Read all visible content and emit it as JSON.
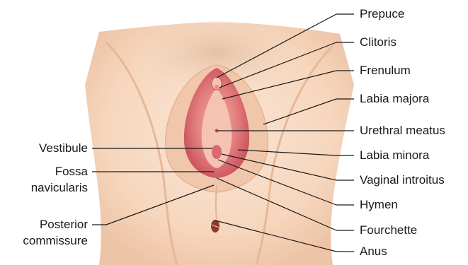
{
  "labels_right": [
    "Prepuce",
    "Clitoris",
    "Frenulum",
    "Labia majora",
    "Urethral meatus",
    "Labia minora",
    "Vaginal introitus",
    "Hymen",
    "Fourchette",
    "Anus"
  ],
  "labels_left": {
    "vestibule": "Vestibule",
    "fossa_line1": "Fossa",
    "fossa_line2": "navicularis",
    "posterior_line1": "Posterior",
    "posterior_line2": "commissure"
  },
  "colors": {
    "skin": "#f6d9c2",
    "skin_shadow": "#e9bd9f",
    "hair": "#d9b79a",
    "labia_outer": "#d9606a",
    "labia_inner": "#e88c8a",
    "vestibule": "#f4b3a4",
    "line": "#1a1a1a"
  }
}
